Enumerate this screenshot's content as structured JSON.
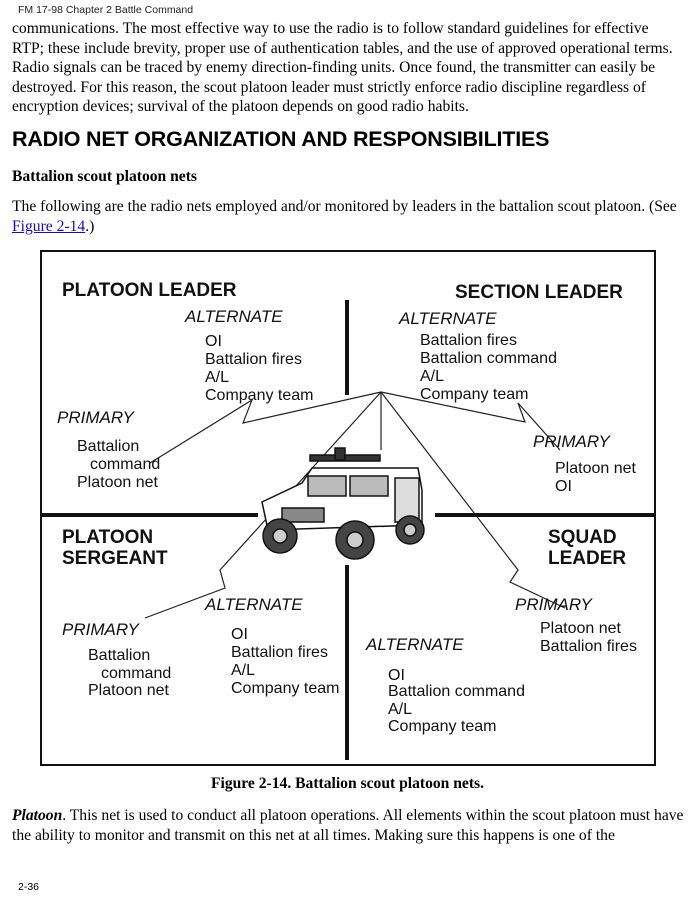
{
  "header": "FM 17-98 Chapter 2 Battle Command",
  "intro": "communications. The most effective way to use the radio is to follow standard guidelines for effective RTP; these include brevity, proper use of authentication tables, and the use of approved operational terms. Radio signals can be traced by enemy direction-finding units. Once found, the transmitter can easily be destroyed. For this reason, the scout platoon leader must strictly enforce radio discipline regardless of encryption devices; survival of the platoon depends on good radio habits.",
  "heading": "RADIO NET ORGANIZATION AND RESPONSIBILITIES",
  "subheading": "Battalion scout platoon nets",
  "lead_text": "The following are the radio nets employed and/or monitored by leaders in the battalion scout platoon. (See ",
  "lead_link": "Figure 2-14",
  "lead_end": ".)",
  "figure": {
    "platoon_leader": {
      "title": "PLATOON LEADER",
      "alt_label": "ALTERNATE",
      "alt": [
        "OI",
        "Battalion fires",
        "A/L",
        "Company team"
      ],
      "pri_label": "PRIMARY",
      "pri": [
        "Battalion",
        "command",
        "Platoon net"
      ]
    },
    "section_leader": {
      "title": "SECTION LEADER",
      "alt_label": "ALTERNATE",
      "alt": [
        "Battalion fires",
        "Battalion command",
        "A/L",
        "Company team"
      ],
      "pri_label": "PRIMARY",
      "pri": [
        "Platoon net",
        "OI"
      ]
    },
    "platoon_sergeant": {
      "title": [
        "PLATOON",
        "SERGEANT"
      ],
      "alt_label": "ALTERNATE",
      "alt": [
        "OI",
        "Battalion fires",
        "A/L",
        "Company team"
      ],
      "pri_label": "PRIMARY",
      "pri": [
        "Battalion",
        "command",
        "Platoon net"
      ]
    },
    "squad_leader": {
      "title": [
        "SQUAD",
        "LEADER"
      ],
      "pri_label": "PRIMARY",
      "pri": [
        "Platoon net",
        "Battalion fires"
      ],
      "alt_label": "ALTERNATE",
      "alt": [
        "OI",
        "Battalion command",
        "A/L",
        "Company team"
      ]
    }
  },
  "caption": "Figure 2-14. Battalion scout platoon nets.",
  "platoon_term": "Platoon",
  "platoon_text": ". This net is used to conduct all platoon operations. All elements within the scout platoon must have the ability to monitor and transmit on this net at all times. Making sure this happens is one of the",
  "footer": "2-36"
}
